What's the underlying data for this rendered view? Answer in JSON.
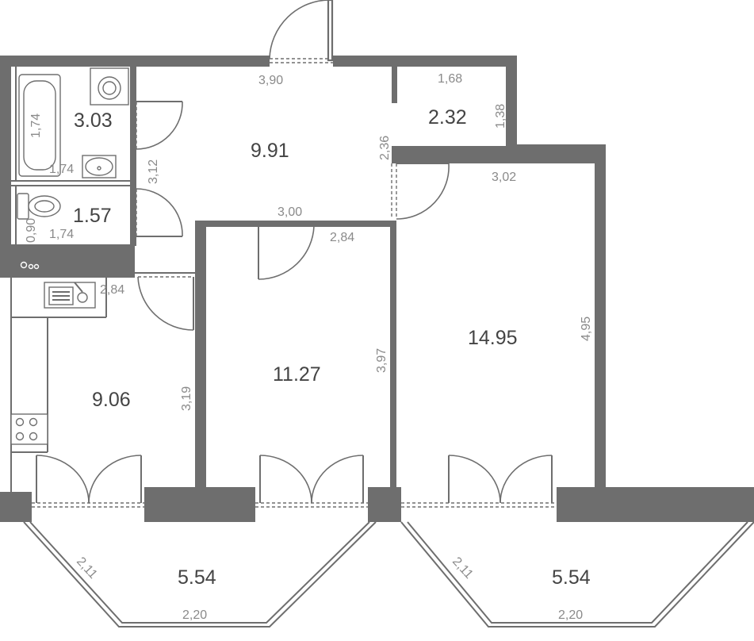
{
  "rooms": {
    "bathroom": "3.03",
    "toilet": "1.57",
    "hall": "9.91",
    "storage": "2.32",
    "kitchen": "9.06",
    "bedroom": "11.27",
    "living": "14.95",
    "balcony_left": "5.54",
    "balcony_right": "5.54"
  },
  "dimensions": {
    "hall_top": "3,90",
    "bath_tub_v": "1,74",
    "bath_h": "1,74",
    "bath_v": "3,12",
    "toilet_h": "1,74",
    "toilet_v": "0,90",
    "storage_h": "1,68",
    "storage_v": "1,38",
    "hall_right_v": "2,36",
    "hall_bottom": "3,00",
    "living_top": "3,02",
    "living_v": "4,95",
    "bedroom_top": "2,84",
    "bedroom_v": "3,97",
    "kitchen_top": "2,84",
    "kitchen_v": "3,19",
    "balcony_left_side": "2,11",
    "balcony_left_bottom": "2,20",
    "balcony_right_side": "2,11",
    "balcony_right_bottom": "2,20"
  },
  "colors": {
    "wall": "#6e6e6e",
    "text": "#444444",
    "dimension": "#8a8a8a"
  }
}
